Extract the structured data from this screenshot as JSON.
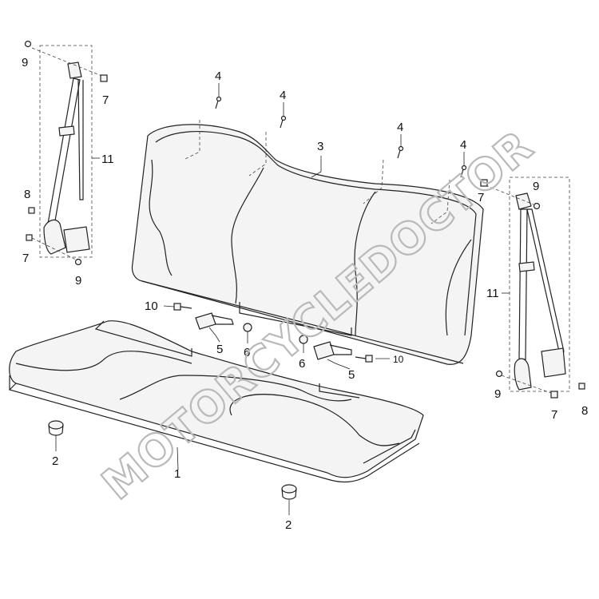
{
  "watermark": "MOTORCYCLEDOCTOR",
  "callouts": {
    "c1": "1",
    "c2a": "2",
    "c2b": "2",
    "c3": "3",
    "c4a": "4",
    "c4b": "4",
    "c4c": "4",
    "c4d": "4",
    "c5a": "5",
    "c5b": "5",
    "c6a": "6",
    "c6b": "6",
    "c7a": "7",
    "c7b": "7",
    "c7c": "7",
    "c7d": "7",
    "c8a": "8",
    "c8b": "8",
    "c9a": "9",
    "c9b": "9",
    "c9c": "9",
    "c9d": "9",
    "c10a": "10",
    "c10b": "10",
    "c11a": "11",
    "c11b": "11"
  },
  "colors": {
    "line": "#222222",
    "watermark": "#b9b9b9",
    "background": "#ffffff"
  }
}
